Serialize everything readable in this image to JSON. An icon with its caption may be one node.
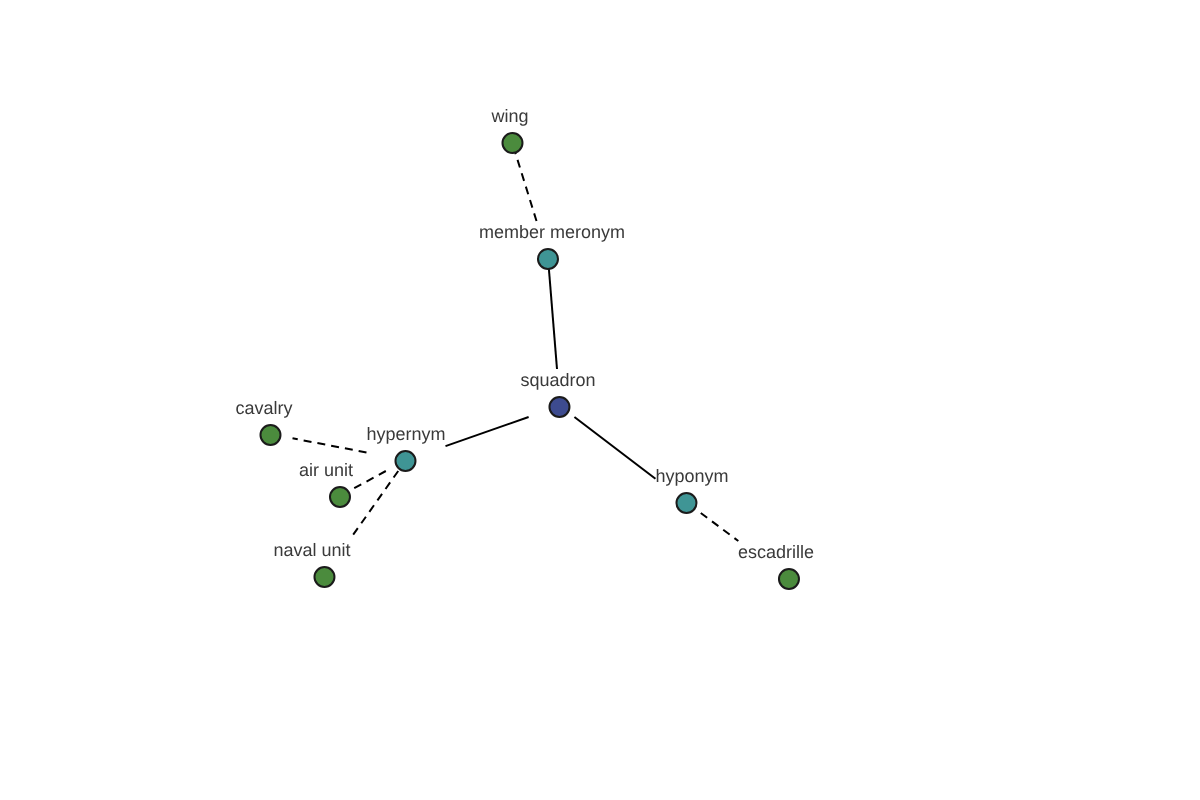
{
  "diagram": {
    "nodes": [
      {
        "text": [
          "wing"
        ]
      },
      {
        "text": [
          "member meronym"
        ]
      },
      {
        "text": [
          "squadron"
        ]
      },
      {
        "text": [
          "cavalry"
        ]
      },
      {
        "text": [
          "hypernym"
        ]
      },
      {
        "text": [
          "air unit"
        ]
      },
      {
        "text": [
          "hyponym"
        ]
      },
      {
        "text": [
          "naval unit"
        ]
      },
      {
        "text": [
          "escadrille"
        ]
      }
    ],
    "edges": [
      {
        "from": 2,
        "to": 1,
        "arrow": "none"
      },
      {
        "from": 1,
        "to": 0,
        "arrow": "none",
        "style": "dashed"
      },
      {
        "from": 2,
        "to": 4,
        "arrow": "none"
      },
      {
        "from": 4,
        "to": 3,
        "arrow": "none",
        "style": "dashed"
      },
      {
        "from": 4,
        "to": 5,
        "arrow": "none",
        "style": "dashed"
      },
      {
        "from": 4,
        "to": 7,
        "arrow": "none",
        "style": "dashed"
      },
      {
        "from": 2,
        "to": 6,
        "arrow": "none"
      },
      {
        "from": 6,
        "to": 8,
        "arrow": "none",
        "style": "dashed"
      }
    ]
  }
}
